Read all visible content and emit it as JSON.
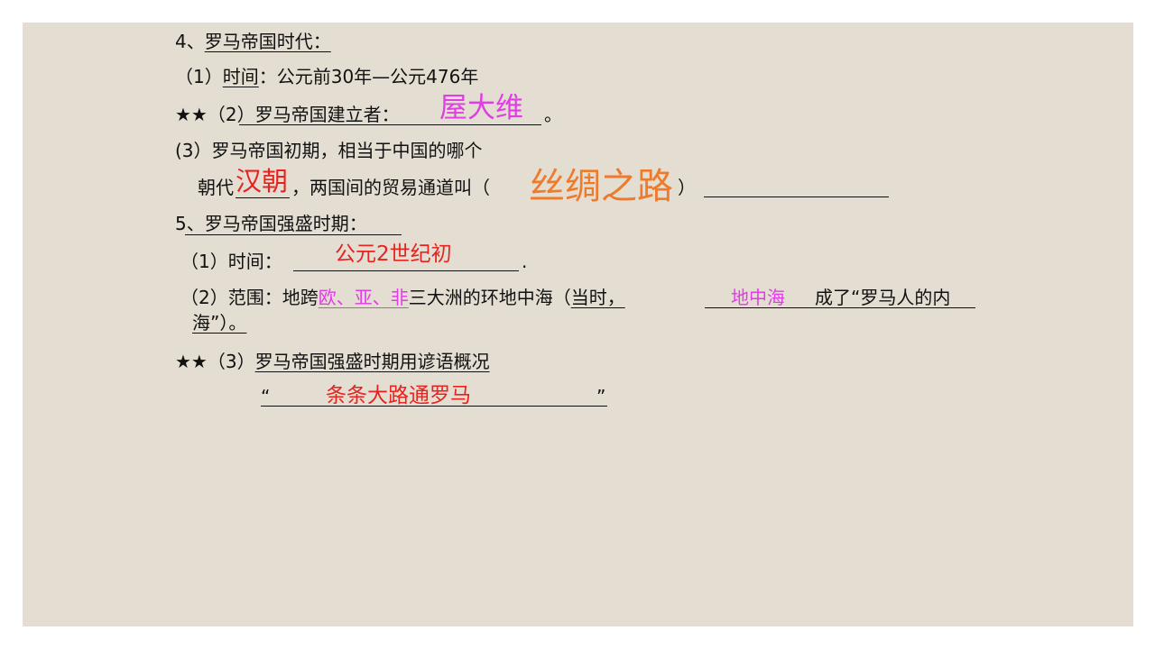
{
  "colors": {
    "slide_bg": "#e3ddd2",
    "text": "#111111",
    "answer_red": "#e8231f",
    "answer_magenta": "#e23ce6",
    "answer_orange": "#ee7a2a"
  },
  "s4": {
    "num": "4、",
    "title": "罗马帝国时代：",
    "q1": {
      "prefix": "（1）",
      "label": "时间",
      "rest": "：公元前30年—公元476年"
    },
    "q2": {
      "stars": "★★",
      "prefix": "（",
      "label": "2）罗马帝国建立者：",
      "answer": "屋大维",
      "end": "。"
    },
    "q3": {
      "line1": "(3）罗马帝国初期，相当于中国的哪个",
      "pre": "朝代",
      "answer1": "汉朝",
      "mid": "，两国间的贸易通道叫（",
      "answer2": "丝绸之路",
      "close": "）"
    }
  },
  "s5": {
    "title": "5、罗马帝国强盛时期：",
    "q1": {
      "prefix": "（1）时间：",
      "answer": "公元2世纪初",
      "end": "."
    },
    "q2": {
      "prefix": "（2）范围：地跨",
      "answer1": "欧、亚、非",
      "mid": "三大洲的环地中海（",
      "when": "当时，",
      "answer2": "地中海",
      "rest": "成了“罗马人的内",
      "line2": "海”）。"
    },
    "q3": {
      "stars": "★★",
      "prefix": "（3）",
      "label": "罗马帝国强盛时期用谚语概况",
      "open_quote": "“",
      "answer": "条条大路通罗马",
      "close_quote": "”"
    }
  }
}
